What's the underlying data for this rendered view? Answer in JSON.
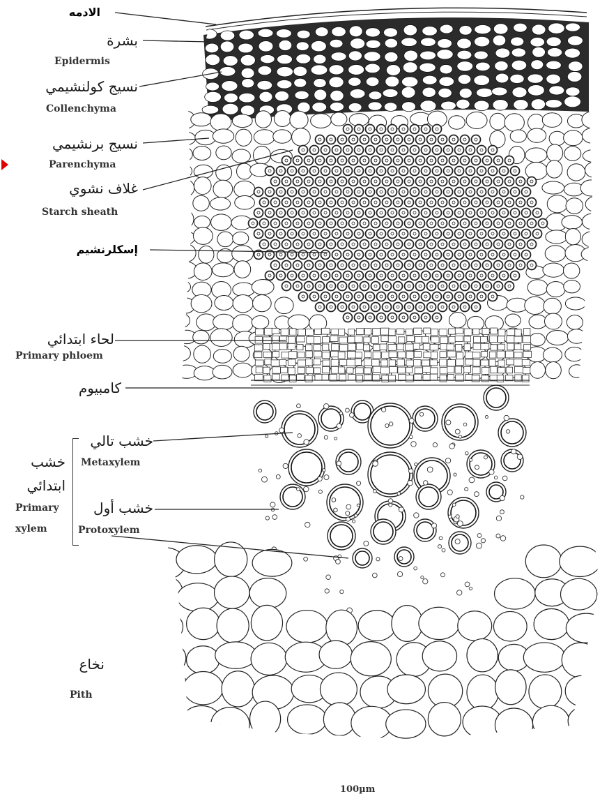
{
  "labels": {
    "cuticle": {
      "ar": "الادمه"
    },
    "epidermis": {
      "ar": "بشرة",
      "en": "Epidermis"
    },
    "collenchyma": {
      "ar": "نسيج كولنشيمي",
      "en": "Collenchyma"
    },
    "parenchyma": {
      "ar": "نسيج برنشيمي",
      "en": "Parenchyma"
    },
    "starch_sheath": {
      "ar": "غلاف نشوي",
      "en": "Starch sheath"
    },
    "sclerenchyma": {
      "ar": "إسكلرنشيم"
    },
    "primary_phloem": {
      "ar": "لحاء ابتدائي",
      "en": "Primary phloem"
    },
    "cambium": {
      "ar": "كامبيوم"
    },
    "metaxylem": {
      "ar": "خشب تالي",
      "en": "Metaxylem"
    },
    "protoxylem": {
      "ar": "خشب أول",
      "en": "Protoxylem"
    },
    "primary_xylem": {
      "ar1": "خشب",
      "ar2": "ابتدائي",
      "en1": "Primary",
      "en2": "xylem"
    },
    "pith": {
      "ar": "نخاع",
      "en": "Pith"
    }
  },
  "scale_bar": "100µm",
  "colors": {
    "ink": "#1a1a1a",
    "collenchyma_fill": "#2b2b2b",
    "marker": "#e00000"
  }
}
